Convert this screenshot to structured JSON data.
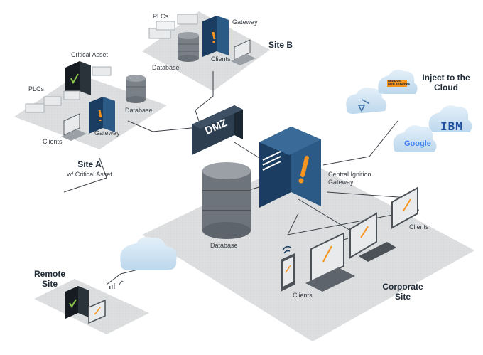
{
  "sites": {
    "site_a": {
      "title": "Site A",
      "subtitle": "w/ Critical Asset"
    },
    "site_b": {
      "title": "Site B"
    },
    "remote": {
      "title_line1": "Remote",
      "title_line2": "Site"
    },
    "corporate": {
      "title_line1": "Corporate",
      "title_line2": "Site"
    },
    "cloud": {
      "title_line1": "Inject to the",
      "title_line2": "Cloud"
    }
  },
  "labels": {
    "site_b_plcs": "PLCs",
    "site_b_gateway": "Gateway",
    "site_b_database": "Database",
    "site_b_clients": "Clients",
    "site_a_critical_asset": "Critical Asset",
    "site_a_plcs": "PLCs",
    "site_a_database": "Database",
    "site_a_gateway": "Gateway",
    "site_a_clients": "Clients",
    "dmz": "DMZ",
    "central_gateway_line1": "Central Ignition",
    "central_gateway_line2": "Gateway",
    "corp_database": "Database",
    "corp_clients_right": "Clients",
    "corp_clients_left": "Clients"
  },
  "cloud_providers": {
    "amazon_line1": "amazon",
    "amazon_line2": "web services",
    "ibm": "IBM",
    "google": "Google"
  },
  "colors": {
    "platform": "#dcdedf",
    "navy": "#1f4770",
    "orange": "#f7941d",
    "dark_block": "#2c3e50",
    "cloud": "#cfe4f3"
  }
}
